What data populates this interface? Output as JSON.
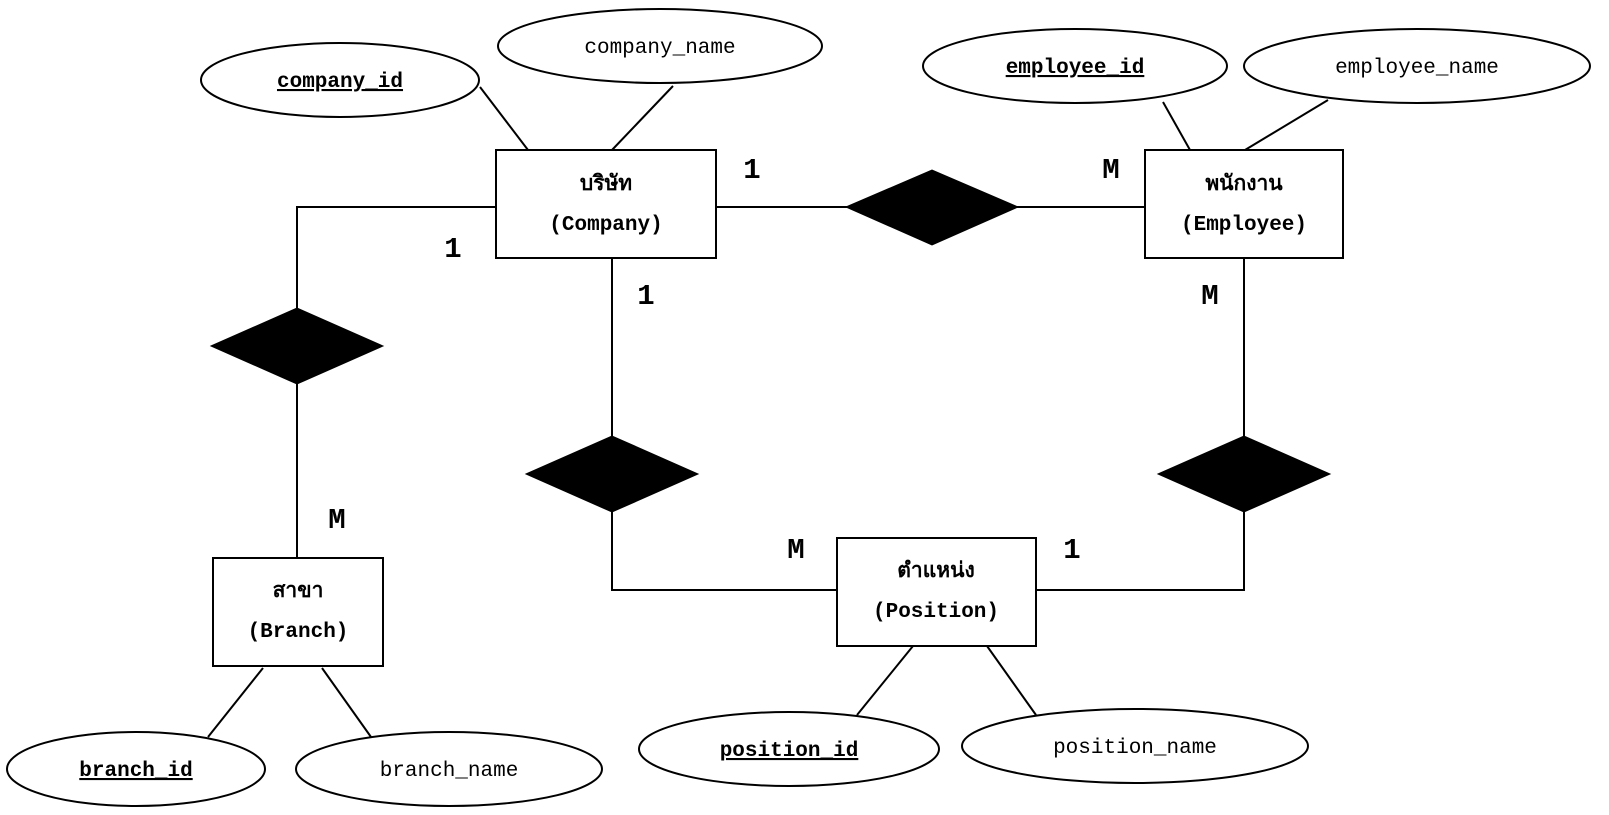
{
  "entities": {
    "company": {
      "thai": "บริษัท",
      "en": "(Company)"
    },
    "employee": {
      "thai": "พนักงาน",
      "en": "(Employee)"
    },
    "branch": {
      "thai": "สาขา",
      "en": "(Branch)"
    },
    "position": {
      "thai": "ตำแหน่ง",
      "en": "(Position)"
    }
  },
  "attributes": {
    "company_id": "company_id",
    "company_name": "company_name",
    "employee_id": "employee_id",
    "employee_name": "employee_name",
    "branch_id": "branch_id",
    "branch_name": "branch_name",
    "position_id": "position_id",
    "position_name": "position_name"
  },
  "cardinalities": {
    "company_employee_company": "1",
    "company_employee_employee": "M",
    "company_branch_company": "1",
    "company_branch_branch": "M",
    "company_position_company": "1",
    "company_position_position": "M",
    "employee_position_employee": "M",
    "employee_position_position": "1"
  }
}
